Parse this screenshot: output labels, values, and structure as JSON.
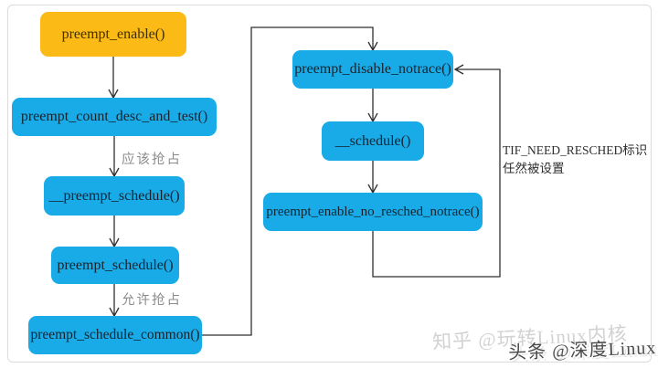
{
  "diagram": {
    "nodes": {
      "preempt_enable": "preempt_enable()",
      "preempt_count_desc_and_test": "preempt_count_desc_and_test()",
      "dunder_preempt_schedule": "__preempt_schedule()",
      "preempt_schedule": "preempt_schedule()",
      "preempt_schedule_common": "preempt_schedule_common()",
      "preempt_disable_notrace": "preempt_disable_notrace()",
      "dunder_schedule": "__schedule()",
      "preempt_enable_no_resched_notrace": "preempt_enable_no_resched_notrace()"
    },
    "edge_labels": {
      "should_preempt": "应该抢占",
      "allow_preempt": "允许抢占"
    },
    "annotations": {
      "loop_note": "TIF_NEED_RESCHED标识任然被设置"
    },
    "colors": {
      "start_node_fill": "#fbba15",
      "node_fill": "#19abe8",
      "arrow": "#2f2f2f",
      "edge_label_text": "#8c8c8c"
    }
  },
  "watermarks": {
    "zhihu": "知乎 @玩转Linux内核",
    "toutiao": "头条 @深度Linux"
  }
}
